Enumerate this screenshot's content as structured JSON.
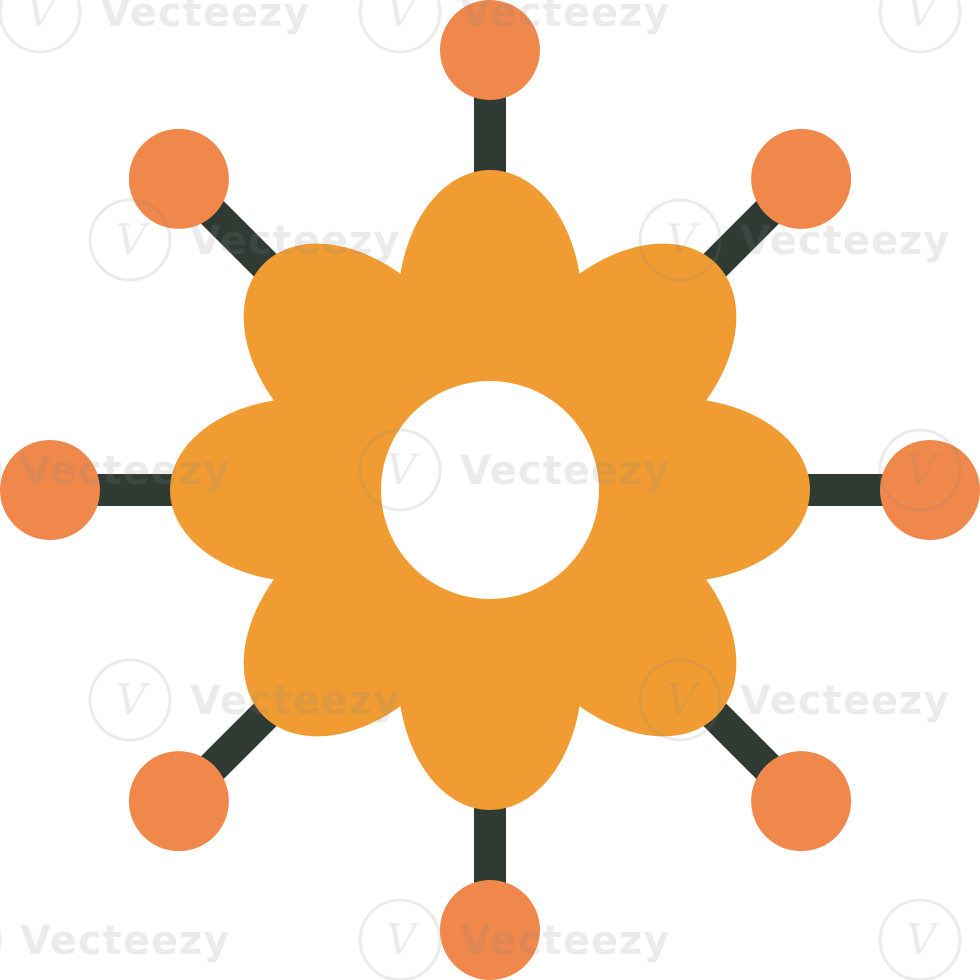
{
  "icon": {
    "name": "network-hub-icon",
    "colors": {
      "background": "#ffffff",
      "petals": "#f09c32",
      "nodes": "#f0874b",
      "connectors": "#2f3a33",
      "center_hole": "#ffffff"
    },
    "node_count": 8,
    "petal_count": 8
  },
  "watermark": {
    "brand": "Vecteezy",
    "logo_letter": "V",
    "opacity": 0.16
  }
}
